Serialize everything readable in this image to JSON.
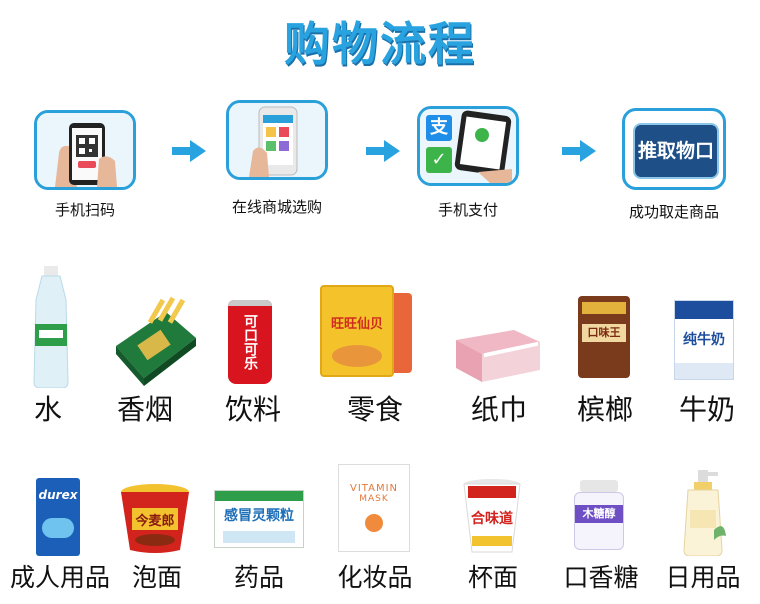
{
  "title": "购物流程",
  "colors": {
    "accent": "#29a3e0",
    "border": "#2aa0da",
    "arrow": "#29a3e0"
  },
  "steps": [
    {
      "label": "手机扫码",
      "icon": "phone-scan-qr-icon"
    },
    {
      "label": "在线商城选购",
      "icon": "phone-shopping-icon"
    },
    {
      "label": "手机支付",
      "icon": "mobile-payment-icon",
      "badges": [
        "支",
        "✓"
      ]
    },
    {
      "label": "成功取走商品",
      "icon": "pickup-port-icon",
      "sign": "推取物口"
    }
  ],
  "products_row1": [
    {
      "label": "水",
      "icon": "water-bottle-icon"
    },
    {
      "label": "香烟",
      "icon": "cigarette-pack-icon"
    },
    {
      "label": "饮料",
      "icon": "soda-can-icon",
      "can_text": "可口可乐"
    },
    {
      "label": "零食",
      "icon": "snack-bag-icon",
      "bag_text": "旺旺仙贝"
    },
    {
      "label": "纸巾",
      "icon": "tissue-pack-icon"
    },
    {
      "label": "槟榔",
      "icon": "betel-nut-bag-icon",
      "bag_text": "口味王"
    },
    {
      "label": "牛奶",
      "icon": "milk-carton-icon",
      "carton_text": "纯牛奶"
    }
  ],
  "products_row2": [
    {
      "label": "成人用品",
      "icon": "condom-box-icon",
      "box_text": "durex"
    },
    {
      "label": "泡面",
      "icon": "instant-noodle-bowl-icon",
      "bowl_text": "今麦郎"
    },
    {
      "label": "药品",
      "icon": "medicine-box-icon",
      "box_text": "感冒灵颗粒"
    },
    {
      "label": "化妆品",
      "icon": "cosmetic-mask-icon",
      "pack_text": "VITAMIN",
      "pack_sub": "MASK"
    },
    {
      "label": "杯面",
      "icon": "cup-noodle-icon",
      "cup_text": "合味道"
    },
    {
      "label": "口香糖",
      "icon": "gum-bottle-icon",
      "bottle_text": "木糖醇"
    },
    {
      "label": "日用品",
      "icon": "lotion-bottle-icon"
    }
  ]
}
